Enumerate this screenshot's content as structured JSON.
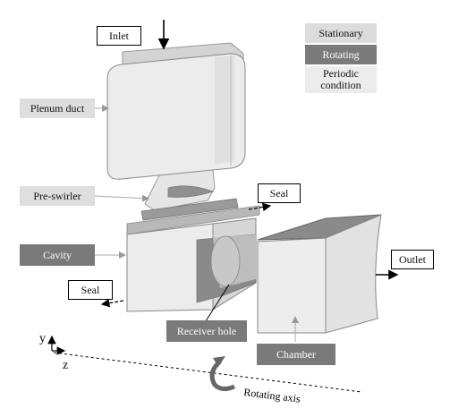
{
  "legend": {
    "stationary": "Stationary",
    "rotating": "Rotating",
    "periodic_line1": "Periodic",
    "periodic_line2": "condition"
  },
  "labels": {
    "inlet": "Inlet",
    "plenum_duct": "Plenum duct",
    "pre_swirler": "Pre-swirler",
    "seal_top": "Seal",
    "cavity": "Cavity",
    "outlet": "Outlet",
    "seal_bottom": "Seal",
    "receiver_hole": "Receiver hole",
    "chamber": "Chamber"
  },
  "axes": {
    "y": "y",
    "z": "z",
    "rotating_axis": "Rotating axis"
  },
  "colors": {
    "stationary": "#dcdcdc",
    "rotating": "#7a7a7a",
    "periodic": "#ececec"
  }
}
